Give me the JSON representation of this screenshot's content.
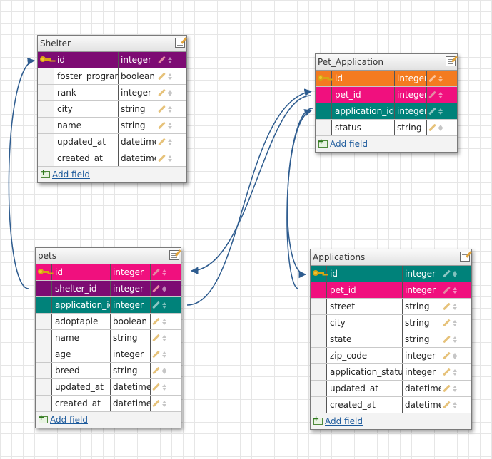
{
  "colors": {
    "primary_key": "#7d0b73",
    "pk_orange": "#f47b20",
    "fk_pink": "#f0107e",
    "fk_teal": "#00827a",
    "connector": "#2e5c8f"
  },
  "add_field_label": "Add field",
  "tables": {
    "shelter": {
      "title": "Shelter",
      "fields": [
        {
          "name": "id",
          "type": "integer",
          "key": true,
          "role": "primary_key"
        },
        {
          "name": "foster_program",
          "type": "boolean",
          "role": ""
        },
        {
          "name": "rank",
          "type": "integer",
          "role": ""
        },
        {
          "name": "city",
          "type": "string",
          "role": ""
        },
        {
          "name": "name",
          "type": "string",
          "role": ""
        },
        {
          "name": "updated_at",
          "type": "datetime",
          "role": ""
        },
        {
          "name": "created_at",
          "type": "datetime",
          "role": ""
        }
      ]
    },
    "pet_application": {
      "title": "Pet_Application",
      "fields": [
        {
          "name": "id",
          "type": "integer",
          "key": true,
          "role": "pk_orange"
        },
        {
          "name": "pet_id",
          "type": "integer",
          "role": "fk_pink"
        },
        {
          "name": "application_id",
          "type": "integer",
          "role": "fk_teal"
        },
        {
          "name": "status",
          "type": "string",
          "role": ""
        }
      ]
    },
    "pets": {
      "title": "pets",
      "fields": [
        {
          "name": "id",
          "type": "integer",
          "key": true,
          "role": "fk_pink"
        },
        {
          "name": "shelter_id",
          "type": "integer",
          "role": "primary_key"
        },
        {
          "name": "application_id",
          "type": "integer",
          "role": "fk_teal"
        },
        {
          "name": "adoptaple",
          "type": "boolean",
          "role": ""
        },
        {
          "name": "name",
          "type": "string",
          "role": ""
        },
        {
          "name": "age",
          "type": "integer",
          "role": ""
        },
        {
          "name": "breed",
          "type": "string",
          "role": ""
        },
        {
          "name": "updated_at",
          "type": "datetime",
          "role": ""
        },
        {
          "name": "created_at",
          "type": "datetime",
          "role": ""
        }
      ]
    },
    "applications": {
      "title": "Applications",
      "fields": [
        {
          "name": "id",
          "type": "integer",
          "key": true,
          "role": "fk_teal"
        },
        {
          "name": "pet_id",
          "type": "integer",
          "role": "fk_pink"
        },
        {
          "name": "street",
          "type": "string",
          "role": ""
        },
        {
          "name": "city",
          "type": "string",
          "role": ""
        },
        {
          "name": "state",
          "type": "string",
          "role": ""
        },
        {
          "name": "zip_code",
          "type": "integer",
          "role": ""
        },
        {
          "name": "application_status",
          "type": "integer",
          "role": ""
        },
        {
          "name": "updated_at",
          "type": "datetime",
          "role": ""
        },
        {
          "name": "created_at",
          "type": "datetime",
          "role": ""
        }
      ]
    }
  }
}
